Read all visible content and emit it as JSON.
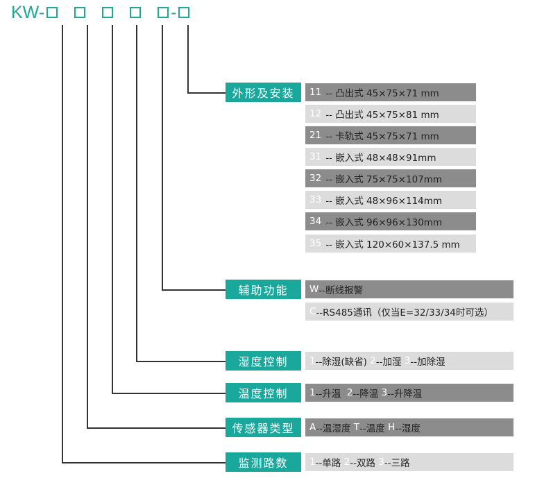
{
  "title": {
    "prefix": "KW-",
    "dash": "-"
  },
  "colors": {
    "accent": "#1aa89c",
    "dark_row": "#8c8c8c",
    "light_row": "#dcdcdc"
  },
  "groups": {
    "shape": {
      "label": "外形及安装",
      "rows": [
        {
          "code": "11",
          "text": "-- 凸出式  45×75×71 mm"
        },
        {
          "code": "12",
          "text": "-- 凸出式  45×75×81 mm"
        },
        {
          "code": "21",
          "text": "-- 卡轨式  45×75×71 mm"
        },
        {
          "code": "31",
          "text": "-- 嵌入式  48×48×91mm"
        },
        {
          "code": "32",
          "text": "-- 嵌入式  75×75×107mm"
        },
        {
          "code": "33",
          "text": "-- 嵌入式  48×96×114mm"
        },
        {
          "code": "34",
          "text": "-- 嵌入式  96×96×130mm"
        },
        {
          "code": "35",
          "text": "-- 嵌入式  120×60×137.5 mm"
        }
      ]
    },
    "aux": {
      "label": "辅助功能",
      "rows": [
        {
          "code": "W",
          "text": "--断线报警"
        },
        {
          "code": "C",
          "text": "--RS485通讯（仅当E=32/33/34时可选）"
        }
      ]
    },
    "humidity": {
      "label": "湿度控制",
      "parts": [
        {
          "k": "1",
          "t": "--除湿(缺省) "
        },
        {
          "k": "2",
          "t": "--加湿 "
        },
        {
          "k": "3",
          "t": "--加除湿"
        }
      ]
    },
    "temperature": {
      "label": "温度控制",
      "parts": [
        {
          "k": "1",
          "t": "--升温  "
        },
        {
          "k": "2",
          "t": "--降温 "
        },
        {
          "k": "3",
          "t": "--升降温"
        }
      ]
    },
    "sensor": {
      "label": "传感器类型",
      "parts": [
        {
          "k": "A",
          "t": "--温湿度 "
        },
        {
          "k": "T",
          "t": "--温度 "
        },
        {
          "k": "H",
          "t": "--湿度"
        }
      ]
    },
    "channels": {
      "label": "监测路数",
      "parts": [
        {
          "k": "1",
          "t": "--单路 "
        },
        {
          "k": "2",
          "t": "--双路 "
        },
        {
          "k": "3",
          "t": "--三路"
        }
      ]
    }
  }
}
